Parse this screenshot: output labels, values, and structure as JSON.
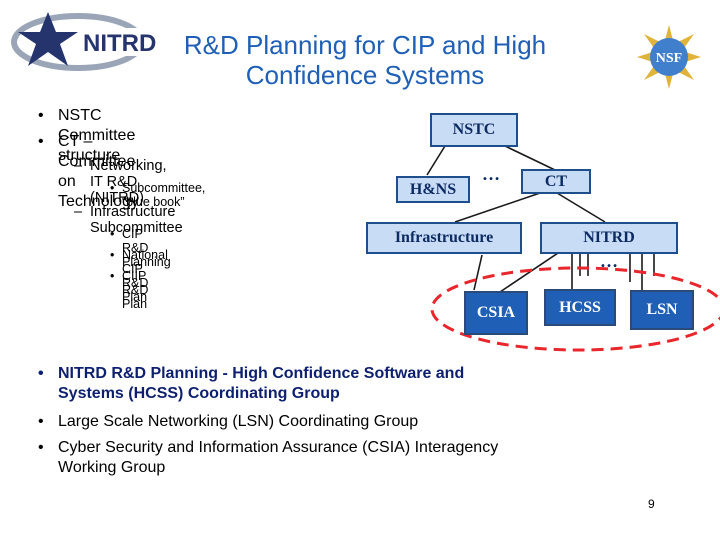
{
  "header": {
    "title_line1": "R&D Planning for CIP and High",
    "title_line2": "Confidence Systems",
    "logo_left_text": "NITRD",
    "logo_right_text": "NSF"
  },
  "bullets_top": [
    {
      "level": 1,
      "text": "NSTC  Committee structure"
    },
    {
      "level": 1,
      "text": "CT – Committee on Technology"
    },
    {
      "level": 2,
      "text": "Networking, IT R&D (NITRD)"
    },
    {
      "level": 3,
      "text": "Subcommittee, “blue book”"
    },
    {
      "level": 2,
      "text": "Infrastructure Subcommittee"
    },
    {
      "level": 3,
      "text": "CIP R&D Planning"
    },
    {
      "level": 3,
      "text": "National CIP R&D Plan"
    },
    {
      "level": 3,
      "text": "CIIP R&D Plan"
    }
  ],
  "bullets_bottom": [
    {
      "text": "NITRD R&D Planning - High Confidence Software and",
      "text2": "Systems (HCSS) Coordinating Group",
      "bold": true,
      "color": "#0d1f6e"
    },
    {
      "text": "Large Scale Networking (LSN) Coordinating Group"
    },
    {
      "text": "Cyber Security and Information Assurance (CSIA) Interagency",
      "text2": "Working Group"
    }
  ],
  "diagram": {
    "nodes": {
      "nstc": "NSTC",
      "ct": "CT",
      "hns": "H&NS",
      "infrastructure": "Infrastructure",
      "nitrd": "NITRD",
      "csia": "CSIA",
      "hcss": "HCSS",
      "lsn": "LSN"
    },
    "ellipsis1": "…",
    "ellipsis2": "…",
    "highlight_color": "#e8262b"
  },
  "footer": {
    "page_number": "9"
  }
}
